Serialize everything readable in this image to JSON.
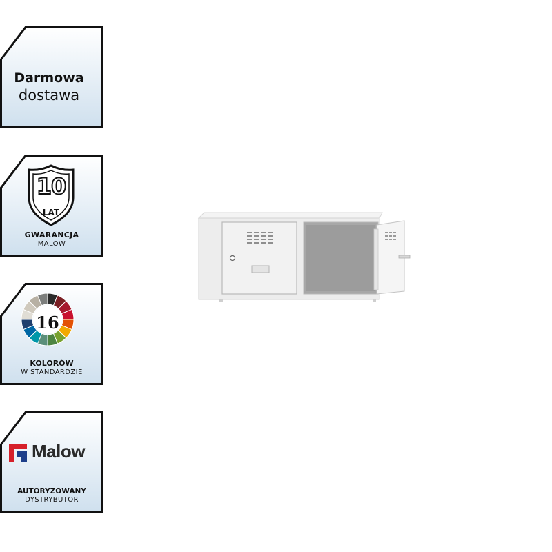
{
  "badges": {
    "delivery": {
      "line1": "Darmowa",
      "line2": "dostawa"
    },
    "warranty": {
      "number": "10",
      "unit": "LAT",
      "title": "GWARANCJA",
      "subtitle": "MALOW"
    },
    "colors": {
      "number": "16",
      "title": "KOLORÓW",
      "subtitle": "W STANDARDZIE"
    },
    "distributor": {
      "brand": "Malow",
      "title": "AUTORYZOWANY",
      "subtitle": "DYSTRYBUTOR"
    }
  },
  "palette": [
    "#2b2b2b",
    "#7a1f24",
    "#a6192e",
    "#c8102e",
    "#e35205",
    "#f2a900",
    "#78a22f",
    "#4e8542",
    "#5b8f7a",
    "#0097a9",
    "#0067a5",
    "#1f3f6e",
    "#e0ddd5",
    "#cfc9bd",
    "#b7b0a3",
    "#7d7f7d"
  ],
  "colors_theme": {
    "badge_border": "#111111",
    "badge_fill_top": "#ffffff",
    "badge_fill_bottom": "#cfe0ee",
    "logo_red": "#d6202a",
    "logo_blue": "#1e3e8a"
  },
  "product": {
    "name": "locker-cabinet-two-compartments",
    "color": "#eeeeee"
  }
}
